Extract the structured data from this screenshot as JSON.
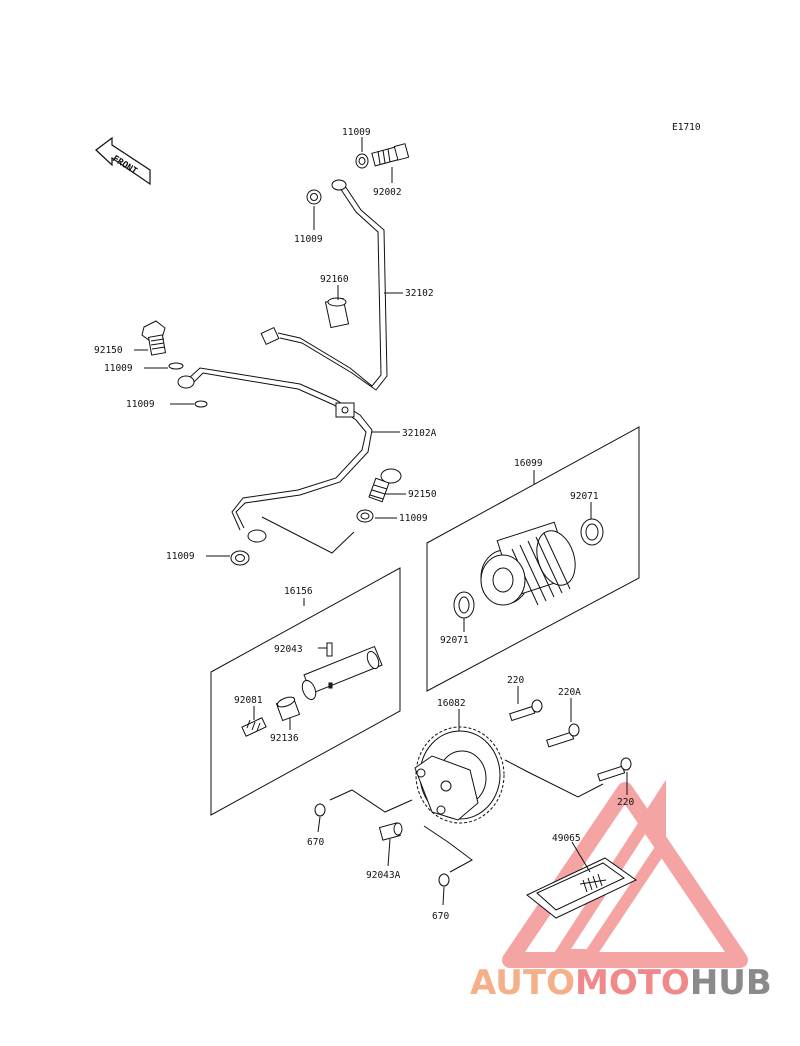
{
  "diagram_code": "E1710",
  "front_label": "FRONT",
  "labels": {
    "p11009_top": "11009",
    "p92002": "92002",
    "p11009_left": "11009",
    "p92160": "92160",
    "p32102": "32102",
    "p92150_top": "92150",
    "p11009_a": "11009",
    "p11009_b": "11009",
    "p32102A": "32102A",
    "p16099": "16099",
    "p92071_r": "92071",
    "p92150_mid": "92150",
    "p11009_mid": "11009",
    "p11009_low": "11009",
    "p92071_l": "92071",
    "p16156": "16156",
    "p92043": "92043",
    "p92081": "92081",
    "p92136": "92136",
    "p220_a": "220",
    "p220A": "220A",
    "p16082": "16082",
    "p220_b": "220",
    "p49065": "49065",
    "p670_a": "670",
    "p92043A": "92043A",
    "p670_b": "670"
  },
  "watermark": {
    "part1": "AUTO",
    "part2": "MOTO",
    "part3": "HUB",
    "color1": "#f5b08a",
    "color2": "#f08a8a",
    "color3": "#8a8a8a"
  }
}
